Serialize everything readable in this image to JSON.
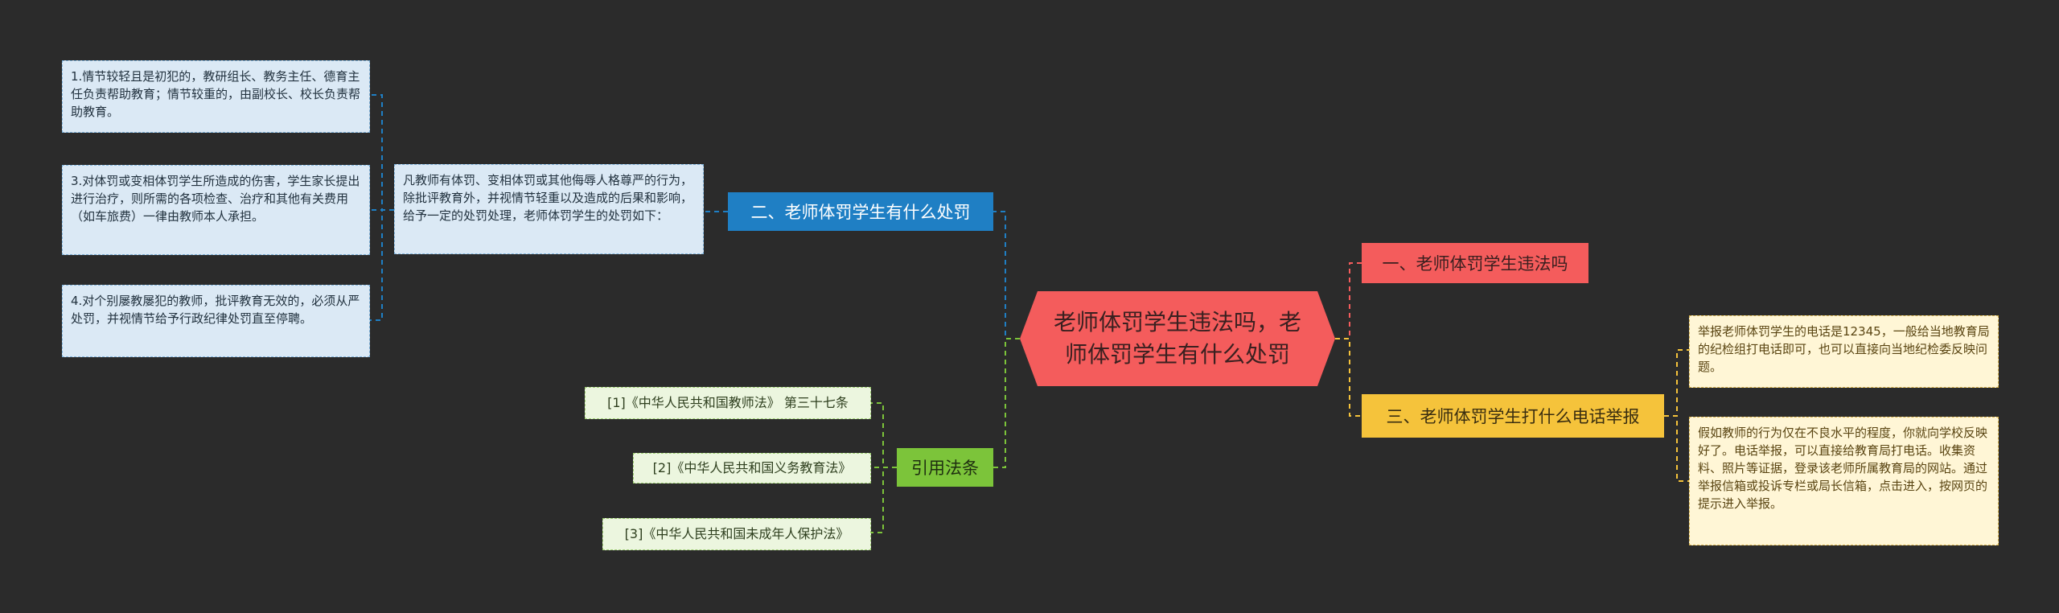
{
  "root": {
    "title": "老师体罚学生违法吗，老师体罚学生有什么处罚"
  },
  "branches": {
    "punish": "二、老师体罚学生有什么处罚",
    "illegal": "一、老师体罚学生违法吗",
    "report": "三、老师体罚学生打什么电话举报",
    "refs": "引用法条"
  },
  "punish": {
    "intro": "凡教师有体罚、变相体罚或其他侮辱人格尊严的行为，除批评教育外，并视情节轻重以及造成的后果和影响，给予一定的处罚处理，老师体罚学生的处罚如下：",
    "items": [
      "1.情节较轻且是初犯的，教研组长、教务主任、德育主任负责帮助教育；情节较重的，由副校长、校长负责帮助教育。",
      "3.对体罚或变相体罚学生所造成的伤害，学生家长提出进行治疗，则所需的各项检查、治疗和其他有关费用（如车旅费）一律由教师本人承担。",
      "4.对个别屡教屡犯的教师，批评教育无效的，必须从严处罚，并视情节给予行政纪律处罚直至停聘。"
    ]
  },
  "report": {
    "items": [
      "举报老师体罚学生的电话是12345，一般给当地教育局的纪检组打电话即可，也可以直接向当地纪检委反映问题。",
      "假如教师的行为仅在不良水平的程度，你就向学校反映好了。电话举报，可以直接给教育局打电话。收集资料、照片等证据，登录该老师所属教育局的网站。通过举报信箱或投诉专栏或局长信箱，点击进入，按网页的提示进入举报。"
    ]
  },
  "refs": {
    "items": [
      "[1]《中华人民共和国教师法》 第三十七条",
      "[2]《中华人民共和国义务教育法》",
      "[3]《中华人民共和国未成年人保护法》"
    ]
  },
  "colors": {
    "background": "#2b2b2b",
    "root": "#f45c5c",
    "blue": "#1f7fc4",
    "yellow": "#f5c33b",
    "green": "#7cc43a",
    "red": "#f45c5c"
  }
}
